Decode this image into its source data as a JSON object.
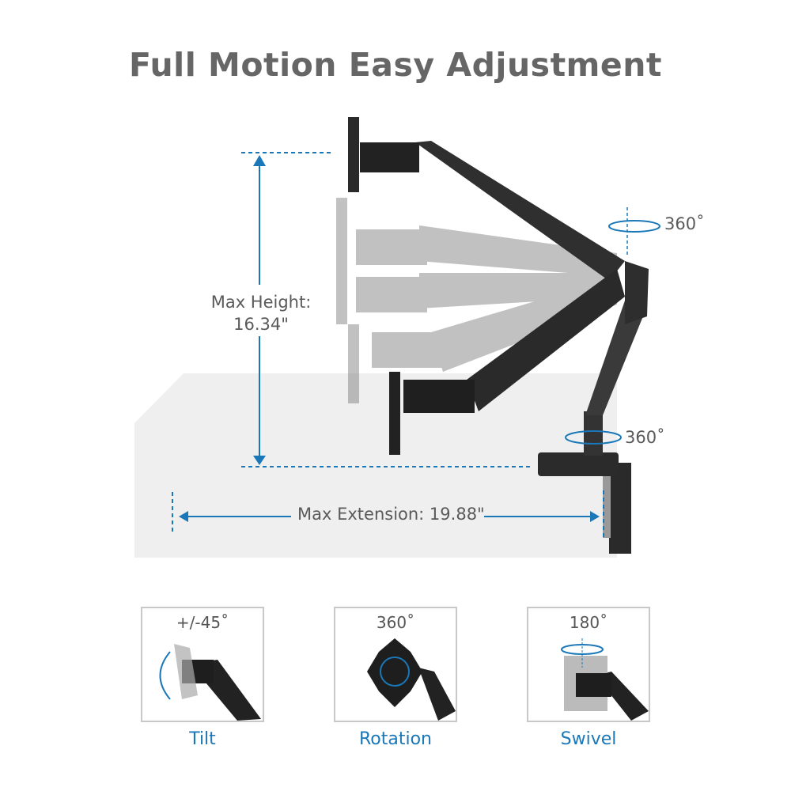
{
  "title": "Full Motion Easy Adjustment",
  "dimensions": {
    "max_height_label": "Max Height:",
    "max_height_value": "16.34\"",
    "max_extension": "Max Extension: 19.88\""
  },
  "rotations": {
    "top_joint": "360˚",
    "base_joint": "360˚"
  },
  "features": [
    {
      "degree": "+/-45˚",
      "caption": "Tilt"
    },
    {
      "degree": "360˚",
      "caption": "Rotation"
    },
    {
      "degree": "180˚",
      "caption": "Swivel"
    }
  ],
  "colors": {
    "accent": "#1a78b8",
    "text": "#666666",
    "desk": "#efefef",
    "arm": "#2a2a2a"
  }
}
